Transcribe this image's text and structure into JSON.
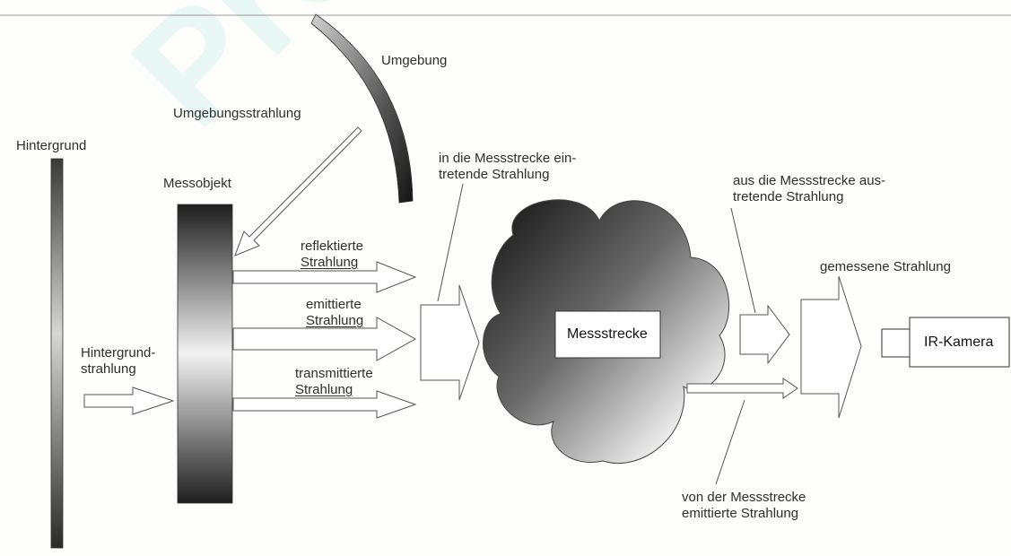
{
  "watermark": "Produ",
  "labels": {
    "umgebung": "Umgebung",
    "umgebungsstrahlung": "Umgebungsstrahlung",
    "hintergrund": "Hintergrund",
    "messobjekt": "Messobjekt",
    "hintergrundstrahlung_1": "Hintergrund-",
    "hintergrundstrahlung_2": "strahlung",
    "reflektierte_1": "reflektierte",
    "reflektierte_2": "Strahlung",
    "emittierte_1": "emittierte",
    "emittierte_2": "Strahlung",
    "transmittierte_1": "transmittierte",
    "transmittierte_2": "Strahlung",
    "eintretende_1": "in die Messstrecke ein-",
    "eintretende_2": "tretende Strahlung",
    "austretende_1": "aus die Messstrecke aus-",
    "austretende_2": "tretende Strahlung",
    "gemessene": "gemessene Strahlung",
    "von_der_1": "von der Messstrecke",
    "von_der_2": "emittierte Strahlung",
    "messstrecke": "Messstrecke",
    "ir_kamera": "IR-Kamera"
  }
}
